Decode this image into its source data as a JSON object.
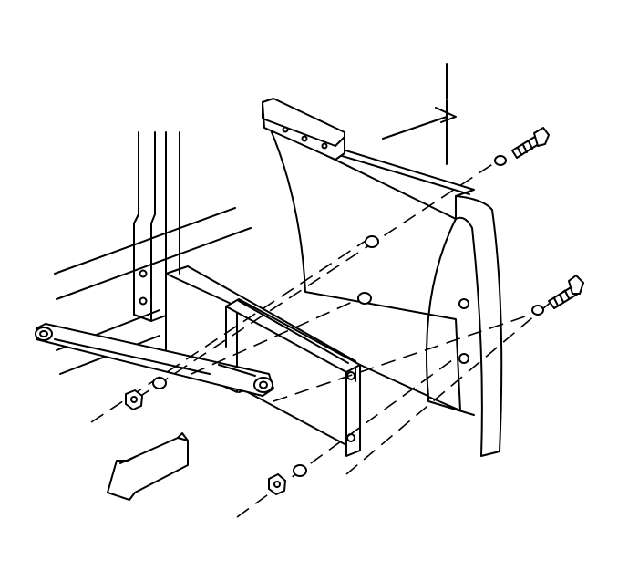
{
  "figure": {
    "type": "exploded-assembly-illustration",
    "labels": [],
    "parts": [
      "mud-flap",
      "mounting-bracket",
      "brace-rod",
      "bolt",
      "washer",
      "nut",
      "frame-rail",
      "direction-arrow"
    ],
    "line_color": "#000000",
    "background": "#ffffff"
  }
}
